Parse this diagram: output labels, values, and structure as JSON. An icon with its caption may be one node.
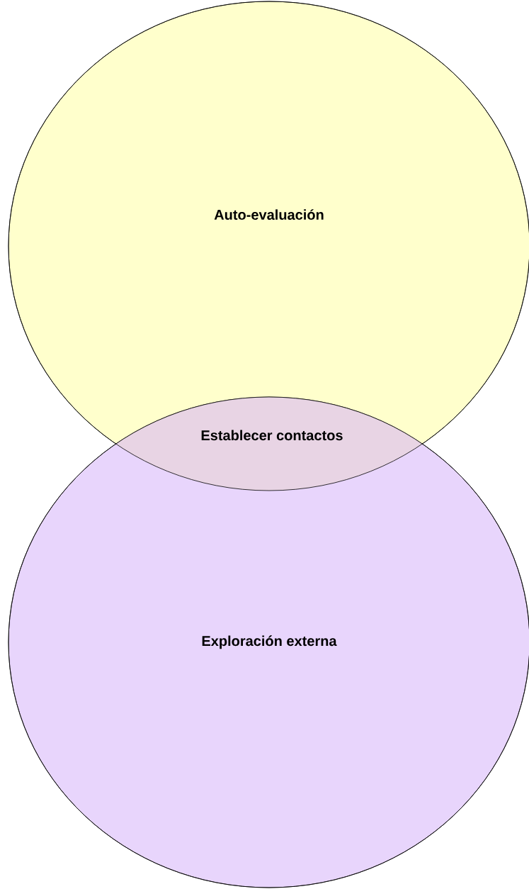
{
  "diagram": {
    "nodes": [
      {
        "text": [
          "Auto-evaluación"
        ]
      },
      {
        "text": [
          "Exploración externa"
        ]
      }
    ],
    "labels": [
      "Establecer contactos"
    ]
  }
}
